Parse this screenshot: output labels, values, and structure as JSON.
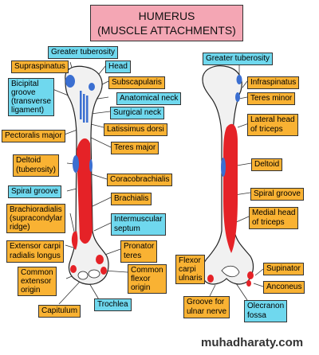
{
  "title": {
    "line1": "HUMERUS",
    "line2": "(MUSCLE ATTACHMENTS)"
  },
  "anterior_labels": {
    "greater_tuberosity": "Greater tuberosity",
    "supraspinatus": "Supraspinatus",
    "head": "Head",
    "bicipital_groove": "Bicipital\ngroove\n(transverse\nligament)",
    "subscapularis": "Subscapularis",
    "anatomical_neck": "Anatomical neck",
    "surgical_neck": "Surgical neck",
    "pectoralis_major": "Pectoralis major",
    "latissimus_dorsi": "Latissimus dorsi",
    "teres_major": "Teres major",
    "deltoid_tuberosity": "Deltoid\n(tuberosity)",
    "coracobrachialis": "Coracobrachialis",
    "spiral_groove": "Spiral groove",
    "brachialis": "Brachialis",
    "brachioradialis": "Brachioradialis\n(supracondylar\nridge)",
    "intermuscular_septum": "Intermuscular\nseptum",
    "extensor_carpi": "Extensor carpi\nradialis longus",
    "pronator_teres": "Pronator\nteres",
    "common_extensor": "Common\nextensor\norigin",
    "common_flexor": "Common\nflexor\norigin",
    "capitulum": "Capitulum",
    "trochlea": "Trochlea"
  },
  "posterior_labels": {
    "greater_tuberosity": "Greater tuberosity",
    "infraspinatus": "Infraspinatus",
    "teres_minor": "Teres minor",
    "lateral_head": "Lateral head\nof triceps",
    "deltoid": "Deltoid",
    "spiral_groove": "Spiral groove",
    "medial_head": "Medial head\nof triceps",
    "flexor_carpi": "Flexor\ncarpi\nulnaris",
    "supinator": "Supinator",
    "anconeus": "Anconeus",
    "groove_ulnar": "Groove for\nulnar nerve",
    "olecranon": "Olecranon\nfossa"
  },
  "watermark": "muhadharaty.com",
  "colors": {
    "orange_label": "#f9b233",
    "blue_label": "#6fd8ee",
    "muscle_red": "#e52227",
    "tendon_blue": "#3b6fd1",
    "title_pink": "#f4a6b4"
  }
}
